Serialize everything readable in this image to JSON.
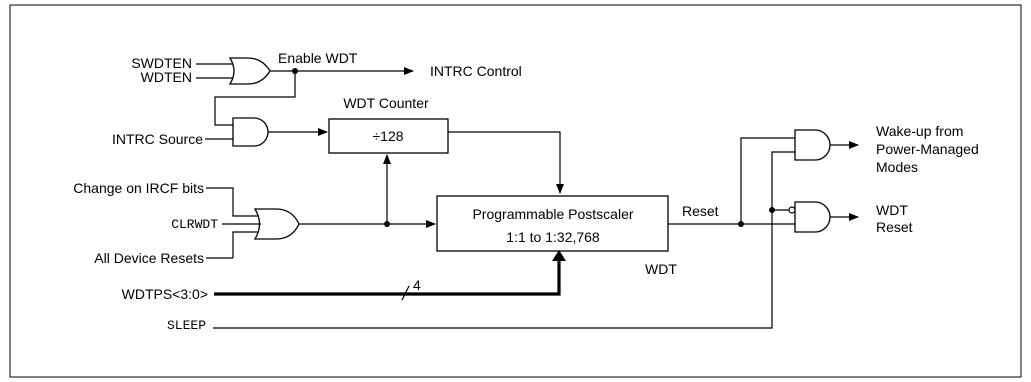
{
  "inputs": {
    "swdten": "SWDTEN",
    "wdten": "WDTEN",
    "intrc_source": "INTRC Source",
    "change_ircf": "Change on IRCF bits",
    "clrwdt": "CLRWDT",
    "all_device_resets": "All Device Resets",
    "wdtps": "WDTPS<3:0>",
    "sleep": "SLEEP"
  },
  "labels": {
    "enable_wdt": "Enable WDT",
    "intrc_control": "INTRC Control",
    "wdt_counter": "WDT Counter",
    "divider": "÷128",
    "postscaler_line1": "Programmable Postscaler",
    "postscaler_line2": "1:1 to 1:32,768",
    "reset": "Reset",
    "wdt": "WDT",
    "bus_width": "4"
  },
  "outputs": {
    "wakeup_line1": "Wake-up from",
    "wakeup_line2": "Power-Managed",
    "wakeup_line3": "Modes",
    "wdt_reset_line1": "WDT",
    "wdt_reset_line2": "Reset"
  }
}
